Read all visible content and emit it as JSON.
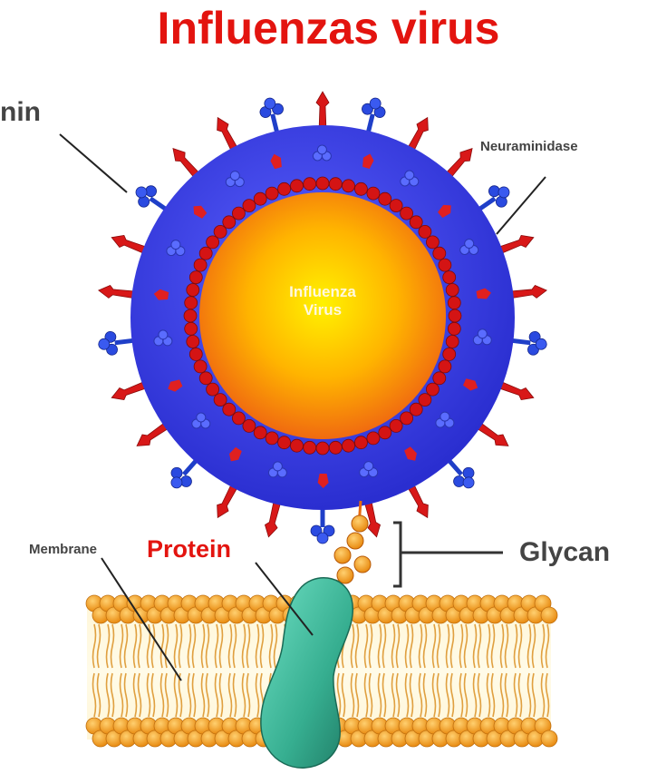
{
  "title": "Influenzas virus",
  "labels": {
    "hemagglutinin_partial": "nin",
    "neuraminidase": "Neuraminidase",
    "center_line1": "Influenza",
    "center_line2": "Virus",
    "glycan": "Glycan",
    "membrane": "Membrane",
    "protein": "Protein"
  },
  "colors": {
    "title": "#e3140f",
    "envelope": "#3a3ee0",
    "spike_red": "#d81818",
    "spike_blue": "#1f3fc8",
    "core_outer": "#f07a10",
    "core_inner": "#ffe600",
    "rna_bead": "#d01010",
    "lipid_head": "#f5a020",
    "lipid_tail": "#e8a030",
    "protein": "#3fb89a",
    "protein_label": "#e3140f",
    "label_gray": "#444444"
  }
}
